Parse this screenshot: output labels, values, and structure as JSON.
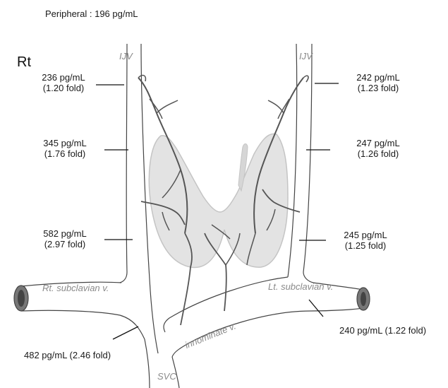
{
  "peripheral": "Peripheral : 196 pg/mL",
  "side_label": "Rt",
  "vessels": {
    "ijv_right": "IJV",
    "ijv_left": "IJV",
    "rt_subclavian": "Rt. subclavian v.",
    "lt_subclavian": "Lt. subclavian v.",
    "innominate": "innominate v.",
    "svc": "SVC"
  },
  "samples": {
    "rt_upper": {
      "value": "236 pg/mL",
      "fold": "(1.20 fold)"
    },
    "rt_middle": {
      "value": "345 pg/mL",
      "fold": "(1.76 fold)"
    },
    "rt_lower": {
      "value": "582 pg/mL",
      "fold": "(2.97 fold)"
    },
    "lt_upper": {
      "value": "242 pg/mL",
      "fold": "(1.23 fold)"
    },
    "lt_middle": {
      "value": "247 pg/mL",
      "fold": "(1.26 fold)"
    },
    "lt_lower": {
      "value": "245 pg/mL",
      "fold": "(1.25 fold)"
    },
    "innominate_rt": "482 pg/mL (2.46 fold)",
    "innominate_lt": "240 pg/mL (1.22 fold)"
  },
  "colors": {
    "thyroid_fill": "#e3e3e3",
    "thyroid_stroke": "#c4c4c4",
    "vein_stroke": "#555555",
    "vessel_outline": "#444444"
  }
}
